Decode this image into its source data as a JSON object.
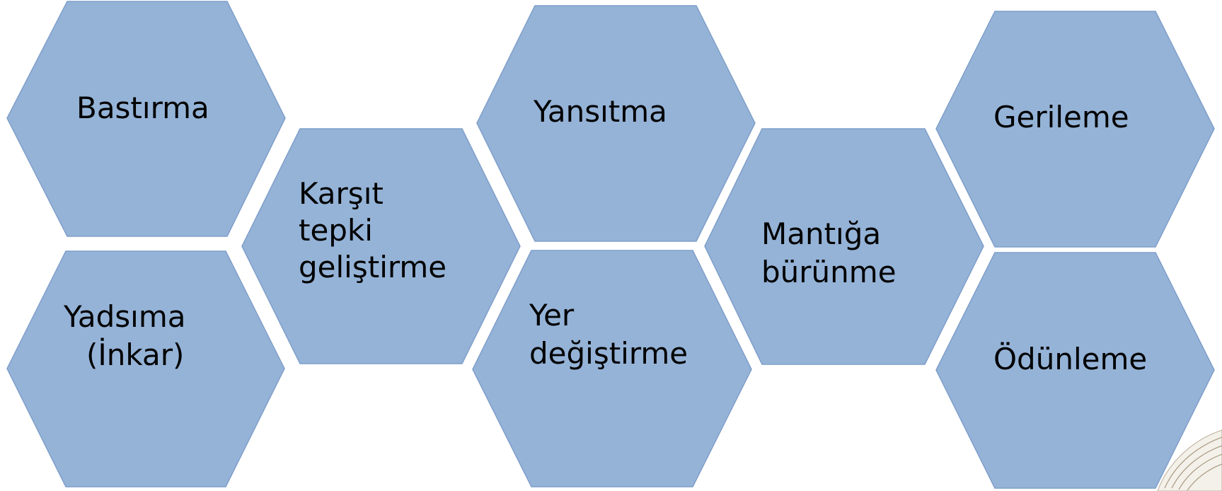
{
  "diagram": {
    "fill_color": "#95b3d7",
    "border_color": "#7f9fca",
    "text_color": "#000000",
    "hexagons": [
      {
        "id": "bastirma",
        "lines": [
          "Bastırma"
        ]
      },
      {
        "id": "yadsima",
        "lines": [
          "Yadsıma",
          "(İnkar)"
        ]
      },
      {
        "id": "karsit-tepki",
        "lines": [
          "Karşıt",
          "tepki",
          "geliştirme"
        ]
      },
      {
        "id": "yansitma",
        "lines": [
          "Yansıtma"
        ]
      },
      {
        "id": "yer-degistirme",
        "lines": [
          "Yer",
          "değiştirme"
        ]
      },
      {
        "id": "mantiga-burunme",
        "lines": [
          "Mantığa",
          "bürünme"
        ]
      },
      {
        "id": "gerileme",
        "lines": [
          "Gerileme"
        ]
      },
      {
        "id": "odunleme",
        "lines": [
          "Ödünleme"
        ]
      }
    ]
  },
  "decoration": {
    "icon": "open-book-icon"
  }
}
